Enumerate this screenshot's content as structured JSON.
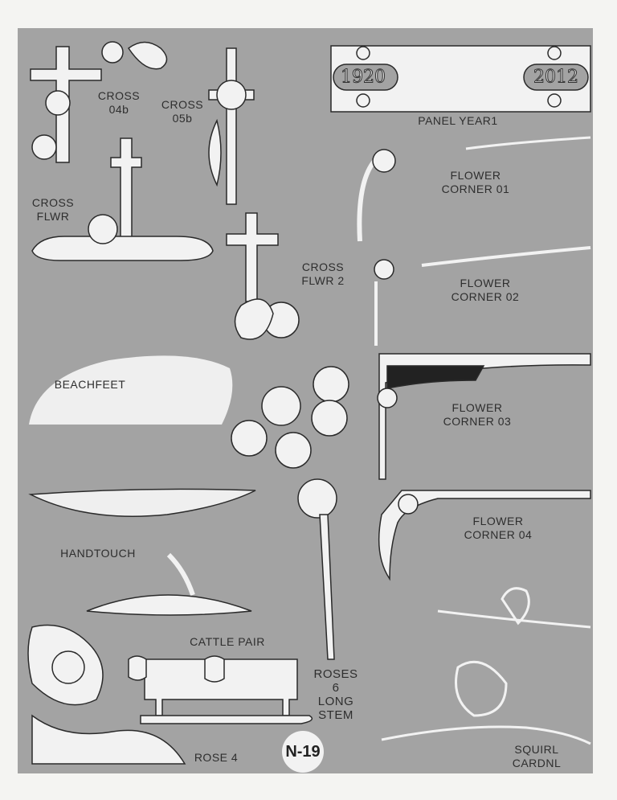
{
  "page_code": "N-19",
  "colors": {
    "background": "#a3a3a3",
    "art_fill": "#f2f2f2",
    "outline": "#2a2a2a"
  },
  "designs": {
    "cross_04b": [
      "CROSS",
      "04b"
    ],
    "cross_05b": [
      "CROSS",
      "05b"
    ],
    "panel_year1": {
      "label": "PANEL YEAR1",
      "year_left": "1920",
      "year_right": "2012"
    },
    "flower_corner_01": [
      "FLOWER",
      "CORNER 01"
    ],
    "cross_flwr": [
      "CROSS",
      "FLWR"
    ],
    "cross_flwr_2": [
      "CROSS",
      "FLWR 2"
    ],
    "flower_corner_02": [
      "FLOWER",
      "CORNER 02"
    ],
    "beachfeet": "BEACHFEET",
    "flower_corner_03": [
      "FLOWER",
      "CORNER 03"
    ],
    "handtouch": "HANDTOUCH",
    "flower_corner_04": [
      "FLOWER",
      "CORNER 04"
    ],
    "cattle_pair": "CATTLE PAIR",
    "roses_6_long_stem": [
      "ROSES",
      "6",
      "LONG",
      "STEM"
    ],
    "rose_4": "ROSE 4",
    "squirl_cardnl": [
      "SQUIRL",
      "CARDNL"
    ]
  }
}
